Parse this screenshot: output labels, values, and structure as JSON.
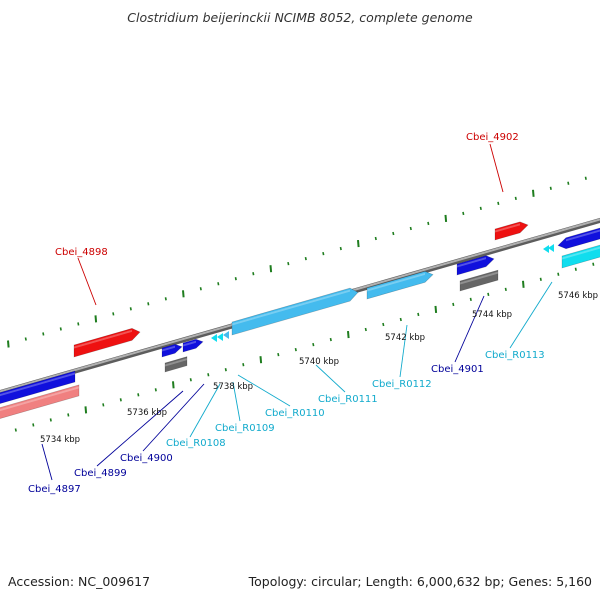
{
  "title": "Clostridium beijerinckii NCIMB 8052, complete genome",
  "footer": {
    "accession": "Accession: NC_009617",
    "summary": "Topology: circular; Length: 6,000,632 bp; Genes: 5,160"
  },
  "colors": {
    "backbone": "#8a8a8a",
    "tick": "#1e7d1e",
    "red": "#ee1111",
    "pink": "#f08080",
    "blue": "#1010dd",
    "skyblue": "#44bbee",
    "cyan": "#11ddee",
    "gray": "#666666",
    "label_red": "#cc0000",
    "label_blue": "#000099",
    "label_cyan": "#11aacc"
  },
  "kbp_labels": [
    "5734 kbp",
    "5736 kbp",
    "5738 kbp",
    "5740 kbp",
    "5742 kbp",
    "5744 kbp",
    "5746 kbp"
  ],
  "features": [
    {
      "id": "Cbei_4897",
      "label": "Cbei_4897",
      "color": "blue",
      "label_color": "label_blue"
    },
    {
      "id": "Cbei_4897_pink",
      "label": "",
      "color": "pink",
      "label_color": "label_blue"
    },
    {
      "id": "Cbei_4898",
      "label": "Cbei_4898",
      "color": "red",
      "label_color": "label_red"
    },
    {
      "id": "Cbei_4899",
      "label": "Cbei_4899",
      "color": "blue",
      "label_color": "label_blue"
    },
    {
      "id": "Cbei_4899_gray",
      "label": "",
      "color": "gray",
      "label_color": "label_blue"
    },
    {
      "id": "Cbei_4900",
      "label": "Cbei_4900",
      "color": "blue",
      "label_color": "label_blue"
    },
    {
      "id": "Cbei_R0108",
      "label": "Cbei_R0108",
      "color": "cyan",
      "label_color": "label_cyan"
    },
    {
      "id": "Cbei_R0109",
      "label": "Cbei_R0109",
      "color": "cyan",
      "label_color": "label_cyan"
    },
    {
      "id": "Cbei_R0110",
      "label": "Cbei_R0110",
      "color": "skyblue",
      "label_color": "label_cyan"
    },
    {
      "id": "Cbei_R0111",
      "label": "Cbei_R0111",
      "color": "skyblue",
      "label_color": "label_cyan"
    },
    {
      "id": "Cbei_R0112",
      "label": "Cbei_R0112",
      "color": "skyblue",
      "label_color": "label_cyan"
    },
    {
      "id": "Cbei_4901",
      "label": "Cbei_4901",
      "color": "blue",
      "label_color": "label_blue"
    },
    {
      "id": "Cbei_4901_gray",
      "label": "",
      "color": "gray",
      "label_color": "label_blue"
    },
    {
      "id": "Cbei_4902",
      "label": "Cbei_4902",
      "color": "red",
      "label_color": "label_red"
    },
    {
      "id": "Cbei_R0113",
      "label": "Cbei_R0113",
      "color": "cyan",
      "label_color": "label_cyan"
    },
    {
      "id": "Cbei_4903",
      "label": "",
      "color": "blue",
      "label_color": "label_blue"
    },
    {
      "id": "Cbei_4903_cyan",
      "label": "",
      "color": "cyan",
      "label_color": "label_cyan"
    }
  ]
}
